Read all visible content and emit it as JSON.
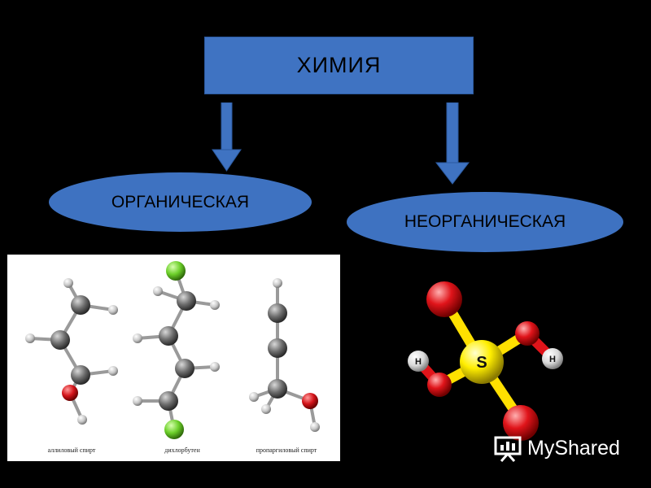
{
  "title": "ХИМИЯ",
  "branches": {
    "organic": "ОРГАНИЧЕСКАЯ",
    "inorganic": "НЕОРГАНИЧЕСКАЯ"
  },
  "organic_molecules": {
    "captions": [
      "аллиловый спирт",
      "дихлорбутен",
      "пропаргиловый спирт"
    ]
  },
  "inorganic_molecule": {
    "center_atom": "S",
    "hydrogen_labels": [
      "H",
      "H"
    ]
  },
  "watermark": "MyShared",
  "colors": {
    "box_blue": "#3f73c2",
    "background": "#000000",
    "oxygen": "#e0141a",
    "sulfur": "#ffee00",
    "chlorine": "#7ed33a",
    "carbon": "#6b6b6b"
  }
}
